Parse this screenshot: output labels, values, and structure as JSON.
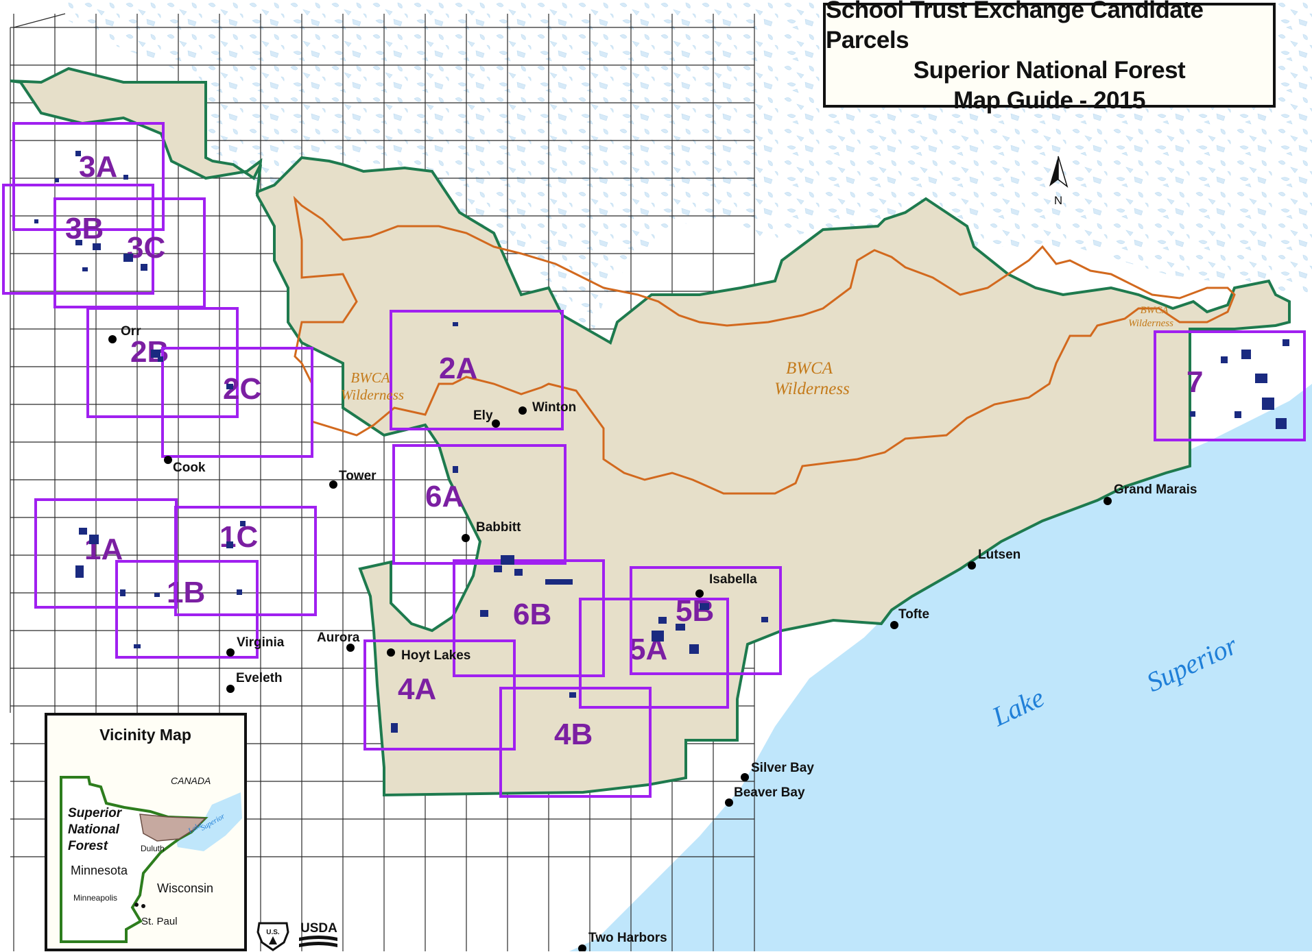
{
  "title": {
    "line1": "School Trust Exchange Candidate Parcels",
    "line2": "Superior National Forest",
    "line3": "Map Guide - 2015"
  },
  "north_arrow": "N",
  "wilderness_labels": [
    {
      "line1": "BWCA",
      "line2": "Wilderness"
    },
    {
      "line1": "BWCA",
      "line2": "Wilderness"
    },
    {
      "line1": "BWCA",
      "line2": "Wilderness"
    }
  ],
  "lake": {
    "word1": "Lake",
    "word2": "Superior"
  },
  "map_tiles": [
    "1A",
    "1B",
    "1C",
    "2A",
    "2B",
    "2C",
    "3A",
    "3B",
    "3C",
    "4A",
    "4B",
    "5A",
    "5B",
    "6A",
    "6B",
    "7"
  ],
  "towns": [
    "Orr",
    "Cook",
    "Tower",
    "Ely",
    "Winton",
    "Babbitt",
    "Isabella",
    "Virginia",
    "Aurora",
    "Hoyt Lakes",
    "Eveleth",
    "Grand Marais",
    "Lutsen",
    "Tofte",
    "Silver Bay",
    "Beaver Bay",
    "Two Harbors"
  ],
  "vicinity": {
    "title": "Vicinity Map",
    "canada": "CANADA",
    "forest_line1": "Superior",
    "forest_line2": "National",
    "forest_line3": "Forest",
    "minnesota": "Minnesota",
    "wisconsin": "Wisconsin",
    "duluth": "Duluth",
    "minneapolis": "Minneapolis",
    "st_paul": "St. Paul",
    "lake_line1": "Lake",
    "lake_line2": "Superior"
  },
  "logos": {
    "usfs": "U.S.",
    "usda": "USDA"
  },
  "colors": {
    "forest_fill": "#e6dfc9",
    "forest_boundary": "#1e7a4e",
    "wilderness_boundary": "#d2691e",
    "tile_outline": "#a020f0",
    "tile_label": "#7b1fa2",
    "lake_superior": "#bfe6fb",
    "lake_label": "#1f7fd8",
    "parcels": "#1a2a80",
    "township_grid": "#222222"
  }
}
